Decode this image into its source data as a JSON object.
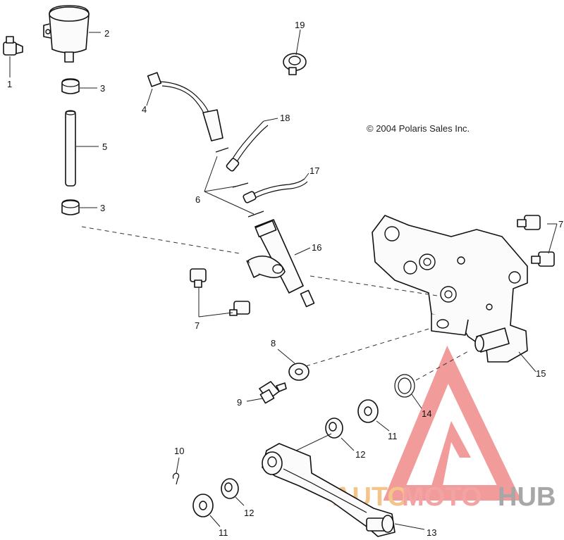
{
  "copyright": "© 2004 Polaris Sales Inc.",
  "watermark": {
    "word_part1": "AUTO",
    "word_part2": "MOTO",
    "word_part3": "HUB",
    "colors": {
      "auto": "#f4c58a",
      "moto": "#f3a3a3",
      "hub": "#a7a7a7",
      "logo": "#f08a8a"
    }
  },
  "callouts": {
    "c1": "1",
    "c2": "2",
    "c3a": "3",
    "c3b": "3",
    "c4": "4",
    "c5": "5",
    "c6": "6",
    "c7a": "7",
    "c7b": "7",
    "c8": "8",
    "c9": "9",
    "c10": "10",
    "c11a": "11",
    "c11b": "11",
    "c12a": "12",
    "c12b": "12",
    "c13": "13",
    "c14": "14",
    "c15": "15",
    "c16": "16",
    "c17": "17",
    "c18": "18",
    "c19": "19"
  }
}
